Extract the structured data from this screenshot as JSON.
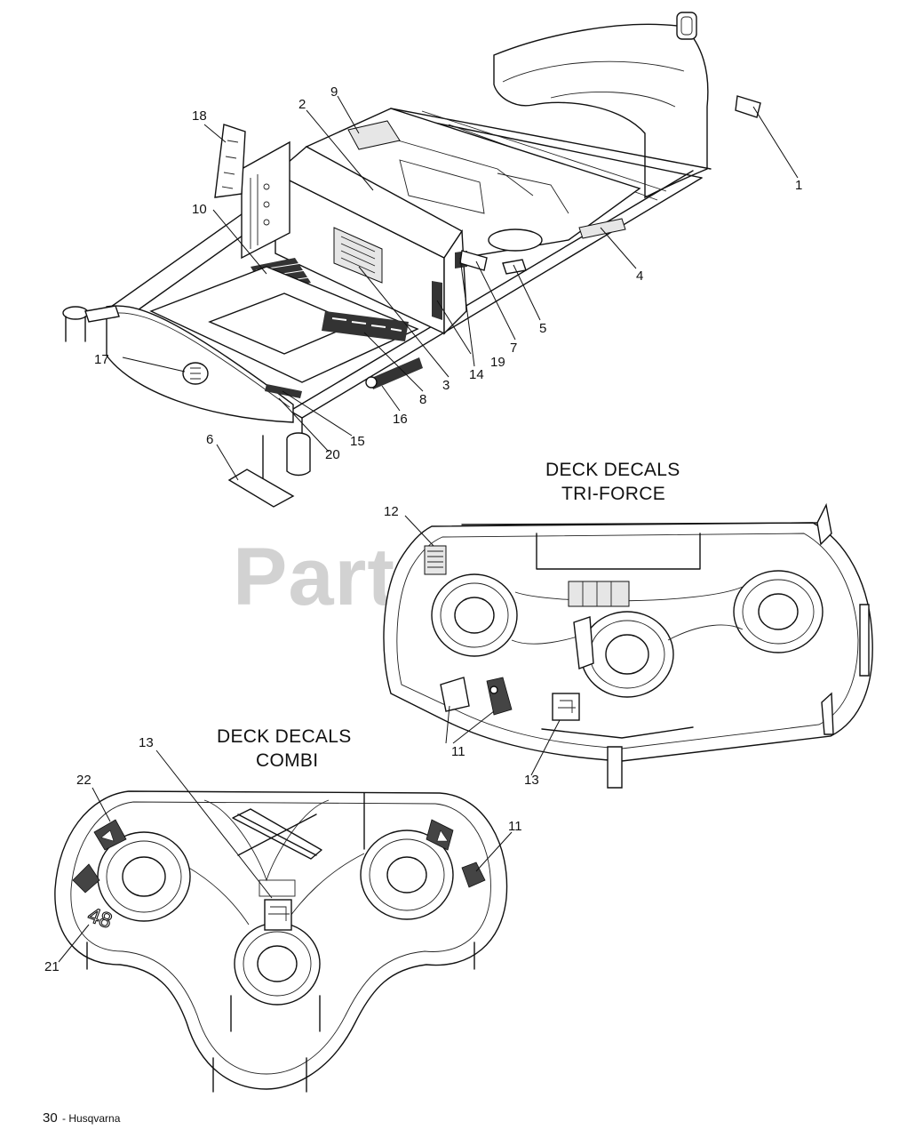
{
  "watermark": "PartsTree",
  "headings": {
    "triforce_line1": "DECK DECALS",
    "triforce_line2": "TRI-FORCE",
    "combi_line1": "DECK DECALS",
    "combi_line2": "COMBI"
  },
  "callouts": {
    "c1": "1",
    "c2": "2",
    "c3": "3",
    "c4": "4",
    "c5": "5",
    "c6": "6",
    "c7": "7",
    "c8": "8",
    "c9": "9",
    "c10": "10",
    "c11a": "11",
    "c11b": "11",
    "c12": "12",
    "c13a": "13",
    "c13b": "13",
    "c14": "14",
    "c15": "15",
    "c16": "16",
    "c17": "17",
    "c18": "18",
    "c19": "19",
    "c20": "20",
    "c21": "21",
    "c22": "22"
  },
  "deck_stamp": "48",
  "footer": {
    "page_number": "30",
    "brand": "- Husqvarna"
  }
}
